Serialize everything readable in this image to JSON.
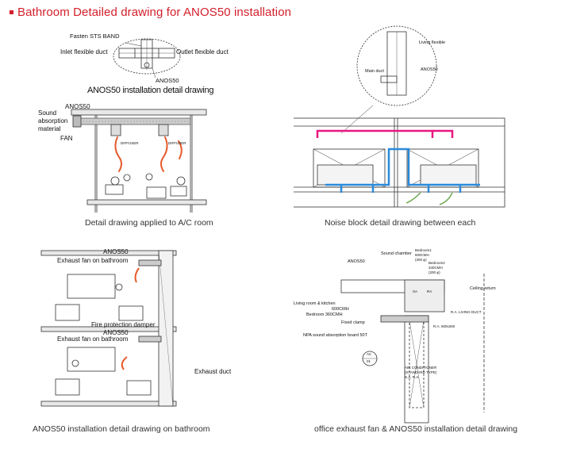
{
  "header": {
    "title": "Bathroom Detailed drawing for ANOS50 installation",
    "bullet_color": "#d21f2a"
  },
  "panel1": {
    "caption": "Detail drawing applied to A/C room",
    "detail": {
      "fasten": "Fasten STS BAND",
      "inlet": "Inlet flexible duct",
      "outlet": "Outlet flexible duct",
      "anos": "ANOS50",
      "title": "ANOS50 installation detail drawing"
    },
    "room": {
      "anos": "ANOS50",
      "sound": "Sound",
      "absorption": "absorption",
      "material": "material",
      "fan": "FAN",
      "diffuser1": "DIFFUSER",
      "diffuser2": "DIFFUSER"
    }
  },
  "panel2": {
    "caption": "Noise block detail drawing between each",
    "living_flexible": "Living flexible",
    "main_duct": "Main duct",
    "anos": "ANOS50"
  },
  "panel3": {
    "caption": "ANOS50 installation detail drawing on bathroom",
    "anos_top": "ANOS50",
    "exhaust_fan_top": "Exhaust fan on bathroom",
    "fire_damper": "Fire protection damper",
    "anos_mid": "ANOS50",
    "exhaust_fan_mid": "Exhaust fan on bathroom",
    "exhaust_duct": "Exhaust duct"
  },
  "panel4": {
    "caption": "office exhaust fan & ANOS50 installation detail drawing",
    "sound_chamber": "Sound chamber",
    "anos": "ANOS50",
    "bedroom1": "Bedroom1",
    "bedroom1_cmh": "600CMH",
    "bedroom1_size": "(300 φ)",
    "bedroom2": "Bedroom2",
    "bedroom2_cmh": "340CMH",
    "bedroom2_size": "(200 φ)",
    "ceiling_return": "Ceiling return",
    "ra_living_duct": "R.A. LIVING DUCT",
    "living_kitchen": "Living room & kitchen",
    "living_kitchen_cmh": "600CMH",
    "bedroom_cmh": "Bedroom 360CMH",
    "fixed_clamp": "Fixed clamp",
    "npa_board": "NPA sound absorption board 50T",
    "ra_size": "R.A. 600x260",
    "ac_tag": "AC",
    "ac_num": "01",
    "ac_room_line1": "AIR CONDITIONER",
    "ac_room_line2": "(STANDARD TYPE)",
    "ac_room_line3": "S.A.          R.A.",
    "sa_label": "SA",
    "ra_label": "RA"
  },
  "colors": {
    "supply_duct": "#e8177f",
    "return_duct": "#2a8ad9",
    "air_flow": "#e55a2b",
    "green_flow": "#6aa84f"
  }
}
